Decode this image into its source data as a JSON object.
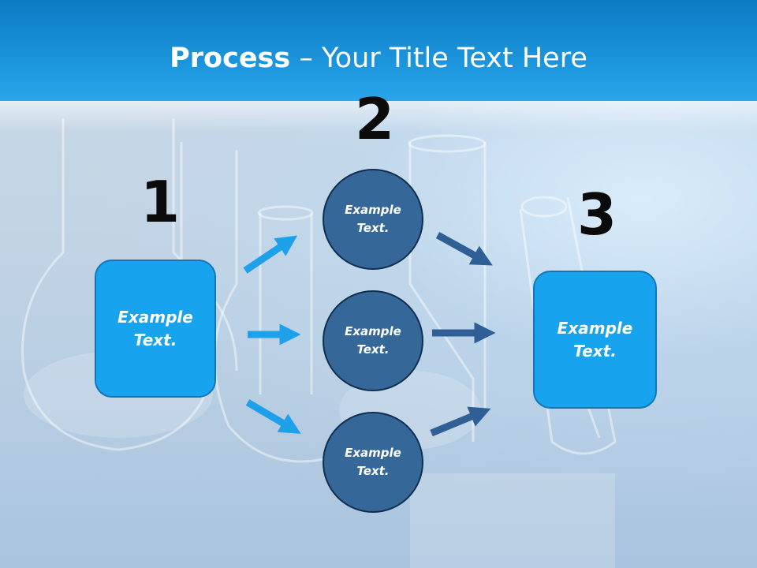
{
  "slide": {
    "title_bold": "Process",
    "title_rest": " – Your Title Text Here"
  },
  "steps": [
    {
      "number": "1",
      "text_line1": "Example",
      "text_line2": "Text."
    },
    {
      "number": "2",
      "text_line1": "Example",
      "text_line2": "Text."
    },
    {
      "number": "3",
      "text_line1": "Example",
      "text_line2": "Text."
    }
  ],
  "middle_circles": [
    {
      "text_line1": "Example",
      "text_line2": "Text."
    },
    {
      "text_line1": "Example",
      "text_line2": "Text."
    },
    {
      "text_line1": "Example",
      "text_line2": "Text."
    }
  ],
  "colors": {
    "header": "#1e98df",
    "box_fill": "#18a3ee",
    "circle_fill": "#356799",
    "arrow_light": "#1fa1ea",
    "arrow_dark": "#2f5f95"
  }
}
